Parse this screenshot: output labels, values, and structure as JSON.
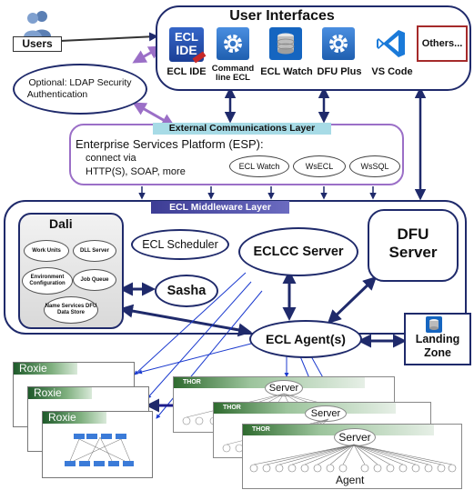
{
  "users": {
    "label": "Users"
  },
  "ldap": {
    "label_line1": "Optional: LDAP Security",
    "label_line2": "Authentication"
  },
  "user_interfaces": {
    "title": "User Interfaces",
    "items": [
      {
        "icon": "ecl-ide-icon",
        "icon_text": "ECL\nIDE",
        "label": "ECL IDE"
      },
      {
        "icon": "gear-icon",
        "label_line1": "Command",
        "label_line2": "line ECL"
      },
      {
        "icon": "database-icon",
        "label": "ECL Watch"
      },
      {
        "icon": "gear-icon",
        "label": "DFU Plus"
      },
      {
        "icon": "vscode-icon",
        "label": "VS Code"
      }
    ],
    "others": "Others..."
  },
  "ecl_ide_icon_text": {
    "line1": "ECL",
    "line2": "IDE"
  },
  "ecl_layer": {
    "title": "External Communications Layer",
    "esp_title": "Enterprise Services Platform (ESP):",
    "connect_line1": "connect via",
    "connect_line2": "HTTP(S), SOAP, more",
    "services": [
      "ECL Watch",
      "WsECL",
      "WsSQL"
    ]
  },
  "middleware": {
    "title": "ECL Middleware Layer",
    "dali": {
      "title": "Dali",
      "items": [
        "Work Units",
        "DLL Server",
        "Environment Configuration",
        "Job Queue",
        "Name Services DFU Data Store"
      ]
    },
    "scheduler": "ECL Scheduler",
    "eclcc": "ECLCC Server",
    "sasha": "Sasha",
    "dfu_line1": "DFU",
    "dfu_line2": "Server"
  },
  "agent": "ECL Agent(s)",
  "landing_zone": {
    "line1": "Landing",
    "line2": "Zone"
  },
  "roxie": {
    "label": "Roxie"
  },
  "thor": {
    "label": "THOR",
    "server": "Server",
    "agent": "Agent"
  },
  "colors": {
    "navy": "#1f2a6b",
    "purple": "#9b6fc7",
    "esp_band": "#a7dbe6",
    "mw_band": "#4a4a9e",
    "others_red": "#a52a2a"
  }
}
